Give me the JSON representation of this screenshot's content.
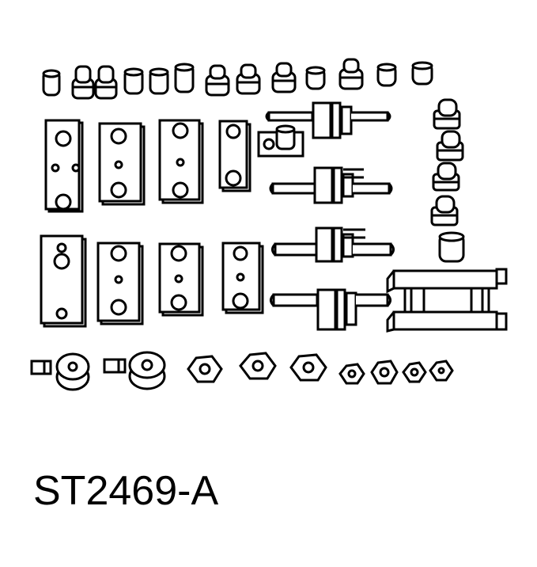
{
  "figure": {
    "caption": "ST2469-A"
  },
  "colors": {
    "ink": "#000000",
    "paper": "#ffffff"
  },
  "parts": {
    "top_row": [
      "plain-cap",
      "stacked-cap",
      "stacked-cap",
      "plain-cap",
      "plain-cap",
      "plain-cap",
      "stacked-cap",
      "stacked-cap",
      "stacked-cap",
      "plain-cap",
      "stacked-cap",
      "plain-cap",
      "plain-cap"
    ],
    "bottom_row": [
      "clamp-roller",
      "clamp-roller",
      "hex-nut",
      "hex-nut",
      "hex-nut",
      "hex-nut-small",
      "hex-nut-small",
      "hex-nut-small",
      "hex-nut-small"
    ]
  }
}
